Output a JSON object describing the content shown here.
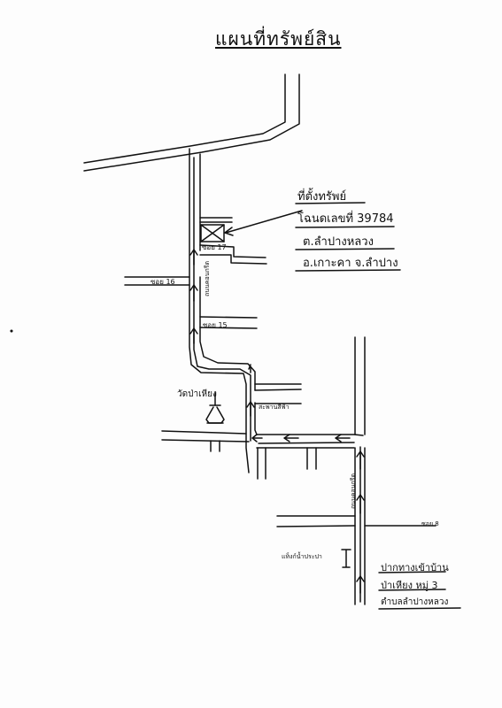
{
  "map": {
    "title": "แผนที่ทรัพย์สิน",
    "property_note": {
      "line1": "ที่ตั้งทรัพย์",
      "line2": "โฉนดเลขที่ 39784",
      "line3": "ต.ลำปางหลวง",
      "line4": "อ.เกาะคา จ.ลำปาง"
    },
    "labels": {
      "soi_17": "ซอย 17",
      "soi_16": "ซอย 16",
      "soi_15": "ซอย 15",
      "soi_8": "ซอย 8",
      "road_upper": "ถนนคอนกรีต",
      "road_lower": "ถนนคอนกรีต",
      "temple": "วัดป่าเหียง",
      "bridge": "สะพานสีฟ้า",
      "water_tank": "แท็งก์น้ำประปา",
      "entrance_line1": "ปากทางเข้าบ้าน",
      "entrance_line2": "ป่าเหียง หมู่ 3",
      "entrance_line3": "ตำบลลำปางหลวง"
    }
  }
}
